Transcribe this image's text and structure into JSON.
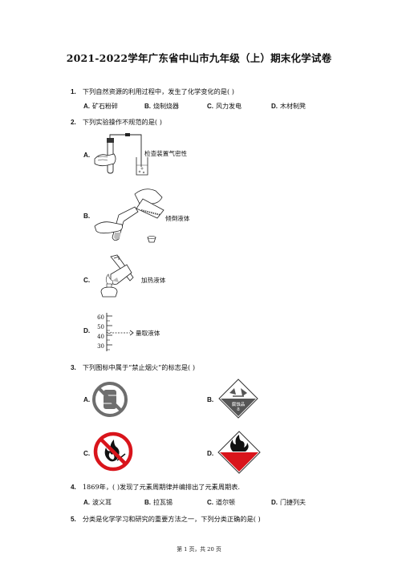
{
  "title": "2021-2022学年广东省中山市九年级（上）期末化学试卷",
  "questions": [
    {
      "num": "1.",
      "text": "下列自然资源的利用过程中，发生了化学变化的是(    )",
      "options": [
        {
          "letter": "A.",
          "text": "矿石粉碎"
        },
        {
          "letter": "B.",
          "text": "烧制烧器"
        },
        {
          "letter": "C.",
          "text": "风力发电"
        },
        {
          "letter": "D.",
          "text": "木材制凳"
        }
      ]
    },
    {
      "num": "2.",
      "text": "下列实验操作不规范的是(    )",
      "options": [
        {
          "letter": "A.",
          "caption": "检查装置气密性"
        },
        {
          "letter": "B.",
          "caption": "倾倒液体"
        },
        {
          "letter": "C.",
          "caption": "加热液体"
        },
        {
          "letter": "D.",
          "caption": "量取液体",
          "scale": [
            "60",
            "50",
            "40",
            "30"
          ]
        }
      ]
    },
    {
      "num": "3.",
      "text": "下列图标中属于“禁止烟火”的标志是(    )",
      "options": [
        {
          "letter": "A."
        },
        {
          "letter": "B.",
          "sign_text": "腐蚀品",
          "sign_number": "8"
        },
        {
          "letter": "C."
        },
        {
          "letter": "D."
        }
      ]
    },
    {
      "num": "4.",
      "text": "1869年，(    )发现了元素周期律并编排出了元素周期表.",
      "options": [
        {
          "letter": "A.",
          "text": "波义耳"
        },
        {
          "letter": "B.",
          "text": "拉瓦锡"
        },
        {
          "letter": "C.",
          "text": "道尔顿"
        },
        {
          "letter": "D.",
          "text": "门捷列夫"
        }
      ]
    },
    {
      "num": "5.",
      "text": "分类是化学学习和研究的重要方法之一，下列分类正确的是(    )"
    }
  ],
  "footer": "第 1 页，共 20 页",
  "colors": {
    "sign_red": "#d9141b",
    "sign_gray": "#6e6e6e",
    "text": "#111111"
  }
}
